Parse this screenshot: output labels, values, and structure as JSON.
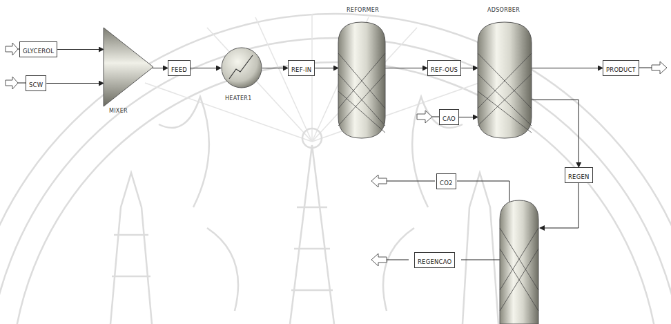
{
  "diagram": {
    "nodes": [
      {
        "text": [
          "GLYCEROL"
        ]
      },
      {
        "text": [
          "SCW"
        ]
      },
      {
        "text": [
          "MIXER"
        ]
      },
      {
        "text": [
          "FEED"
        ]
      },
      {
        "text": [
          "HEATER1"
        ]
      },
      {
        "text": [
          "REF-IN"
        ]
      },
      {
        "text": [
          "REFORMER"
        ]
      },
      {
        "text": [
          "REF-OUS"
        ]
      },
      {
        "text": [
          "ADSORBER"
        ]
      },
      {
        "text": [
          "PRODUCT"
        ]
      },
      {
        "text": [
          "CAO"
        ]
      },
      {
        "text": [
          "REGEN"
        ]
      },
      {
        "text": [
          "CO2"
        ]
      },
      {
        "text": [
          "REGENCAO"
        ]
      }
    ],
    "edges": [
      {
        "from": 0,
        "to": 2,
        "arrow": "to"
      },
      {
        "from": 1,
        "to": 2,
        "arrow": "to"
      },
      {
        "from": 2,
        "to": 3,
        "arrow": "to"
      },
      {
        "from": 3,
        "to": 4,
        "arrow": "to"
      },
      {
        "from": 4,
        "to": 5,
        "arrow": "to"
      },
      {
        "from": 5,
        "to": 6,
        "arrow": "to"
      },
      {
        "from": 6,
        "to": 7,
        "arrow": "to"
      },
      {
        "from": 7,
        "to": 8,
        "arrow": "to"
      },
      {
        "from": 8,
        "to": 9,
        "arrow": "to"
      },
      {
        "from": 10,
        "to": 8,
        "arrow": "to"
      },
      {
        "from": 8,
        "to": 11,
        "arrow": "to"
      }
    ]
  }
}
